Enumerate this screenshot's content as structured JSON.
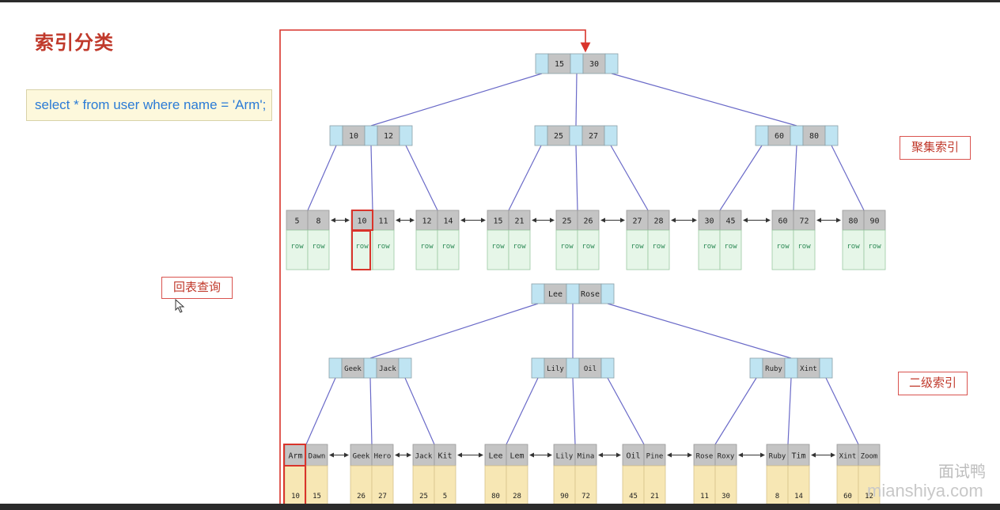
{
  "title": "索引分类",
  "sql": "select * from user where name = 'Arm';",
  "labels": {
    "clustered": "聚集索引",
    "secondary": "二级索引",
    "lookup": "回表查询"
  },
  "watermark": {
    "cn": "面试鸭",
    "en": "mianshiya.com"
  },
  "clustered": {
    "root": [
      "15",
      "30"
    ],
    "internal": [
      [
        "10",
        "12"
      ],
      [
        "25",
        "27"
      ],
      [
        "60",
        "80"
      ]
    ],
    "leaves": [
      [
        "5",
        "8"
      ],
      [
        "10",
        "11"
      ],
      [
        "12",
        "14"
      ],
      [
        "15",
        "21"
      ],
      [
        "25",
        "26"
      ],
      [
        "27",
        "28"
      ],
      [
        "30",
        "45"
      ],
      [
        "60",
        "72"
      ],
      [
        "80",
        "90"
      ]
    ],
    "row_text": "row"
  },
  "secondary": {
    "root": [
      "Lee",
      "Rose"
    ],
    "internal": [
      [
        "Geek",
        "Jack"
      ],
      [
        "Lily",
        "Oil"
      ],
      [
        "Ruby",
        "Xint"
      ]
    ],
    "leaves": [
      [
        "Arm",
        "Dawn"
      ],
      [
        "Geek",
        "Hero"
      ],
      [
        "Jack",
        "Kit"
      ],
      [
        "Lee",
        "Lem"
      ],
      [
        "Lily",
        "Mina"
      ],
      [
        "Oil",
        "Pine"
      ],
      [
        "Rose",
        "Roxy"
      ],
      [
        "Ruby",
        "Tim"
      ],
      [
        "Xint",
        "Zoom"
      ]
    ],
    "leaf_values": [
      [
        "10",
        "15"
      ],
      [
        "26",
        "27"
      ],
      [
        "25",
        "5"
      ],
      [
        "80",
        "28"
      ],
      [
        "90",
        "72"
      ],
      [
        "45",
        "21"
      ],
      [
        "11",
        "30"
      ],
      [
        "8",
        "14"
      ],
      [
        "60",
        "12"
      ]
    ]
  },
  "colors": {
    "key_fill": "#c4c4c4",
    "pointer_fill": "#bfe4f2",
    "row_fill": "#e6f6e8",
    "value_fill": "#f7e7b4",
    "edge": "#6a6ac8",
    "highlight": "#d9342b"
  }
}
